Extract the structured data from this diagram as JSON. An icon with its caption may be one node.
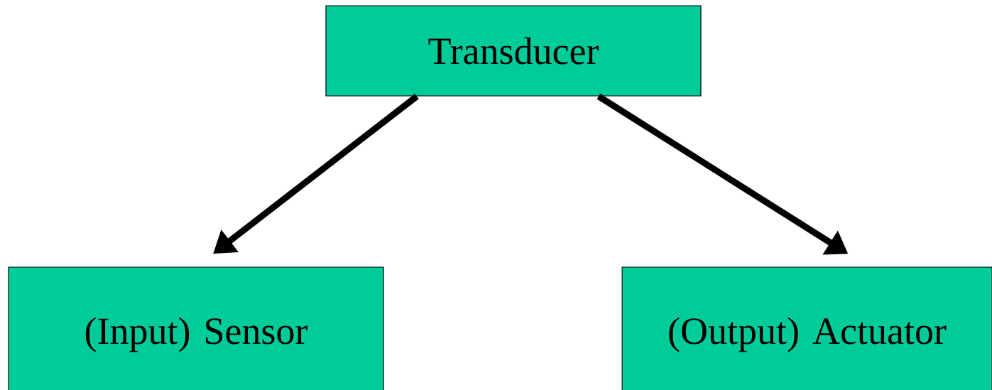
{
  "diagram": {
    "nodes": [
      {
        "text": [
          "Transducer"
        ]
      },
      {
        "text": [
          "(Input) Sensor"
        ]
      },
      {
        "text": [
          "(Output) Actuator"
        ]
      }
    ],
    "edges": [
      {
        "from": 0,
        "to": 1,
        "arrow": "to"
      },
      {
        "from": 0,
        "to": 2,
        "arrow": "to"
      }
    ]
  }
}
